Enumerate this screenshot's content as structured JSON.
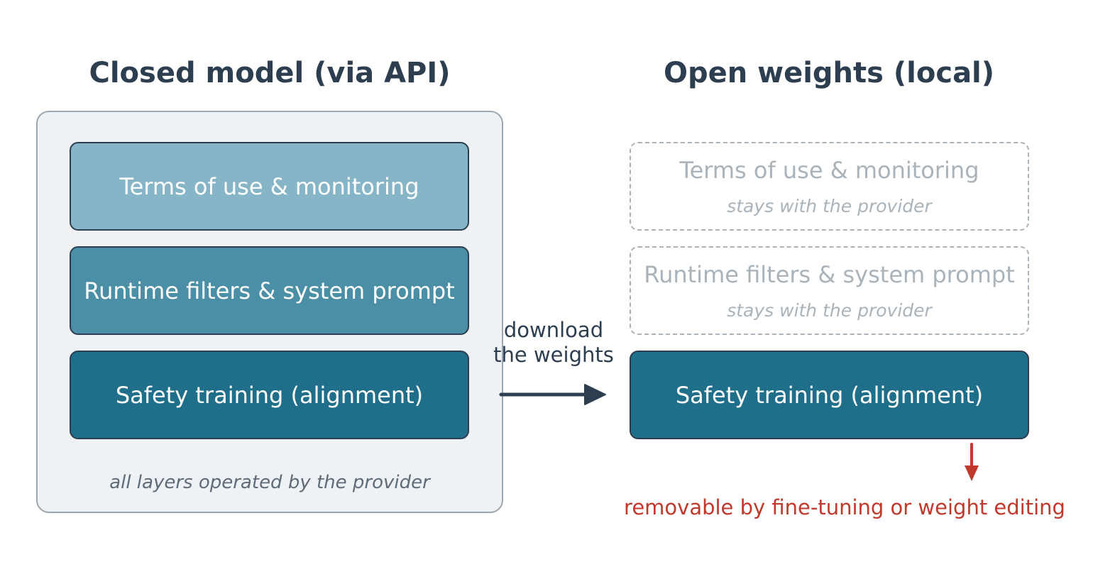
{
  "closed": {
    "heading": "Closed model (via API)",
    "layers": [
      {
        "label": "Terms of use & monitoring",
        "color": "#86b5c8"
      },
      {
        "label": "Runtime filters & system prompt",
        "color": "#4a8fa5"
      },
      {
        "label": "Safety training (alignment)",
        "color": "#206f8a"
      }
    ],
    "caption": "all layers operated by the provider",
    "panel_fill": "#eef2f5"
  },
  "transfer": {
    "label_line1": "download",
    "label_line2": "the weights",
    "arrow_color": "#2c3e50"
  },
  "open": {
    "heading": "Open weights (local)",
    "ghost_layers": [
      {
        "label": "Terms of use & monitoring",
        "note": "stays with the provider"
      },
      {
        "label": "Runtime filters & system prompt",
        "note": "stays with the provider"
      }
    ],
    "retained_layer": {
      "label": "Safety training (alignment)",
      "color": "#206f8a"
    },
    "warning": "removable by fine-tuning or weight editing",
    "warning_color": "#c0392b"
  }
}
